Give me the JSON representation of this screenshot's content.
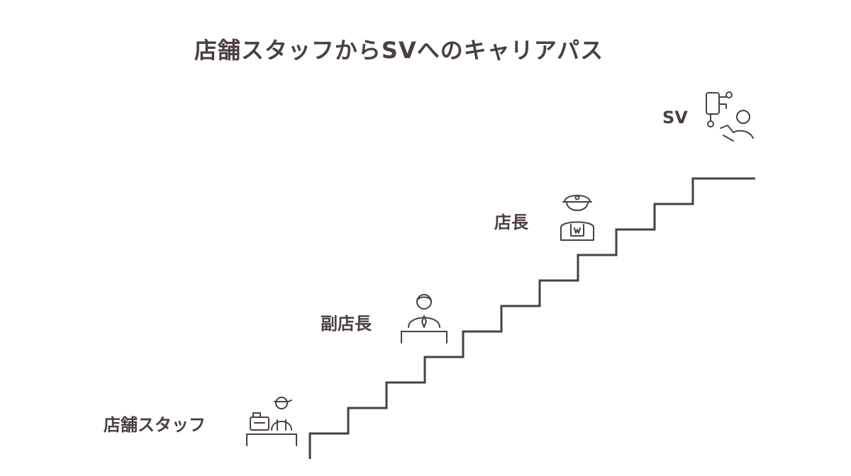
{
  "title": "店舗スタッフからSVへのキャリアパス",
  "stages": [
    {
      "label": "店舗スタッフ",
      "icon": "cashier-staff-icon"
    },
    {
      "label": "副店長",
      "icon": "assistant-manager-icon"
    },
    {
      "label": "店長",
      "icon": "store-manager-icon"
    },
    {
      "label": "SV",
      "icon": "supervisor-icon"
    }
  ],
  "colors": {
    "line": "#4a3f47",
    "text": "#4a3f47",
    "background": "#ffffff"
  }
}
